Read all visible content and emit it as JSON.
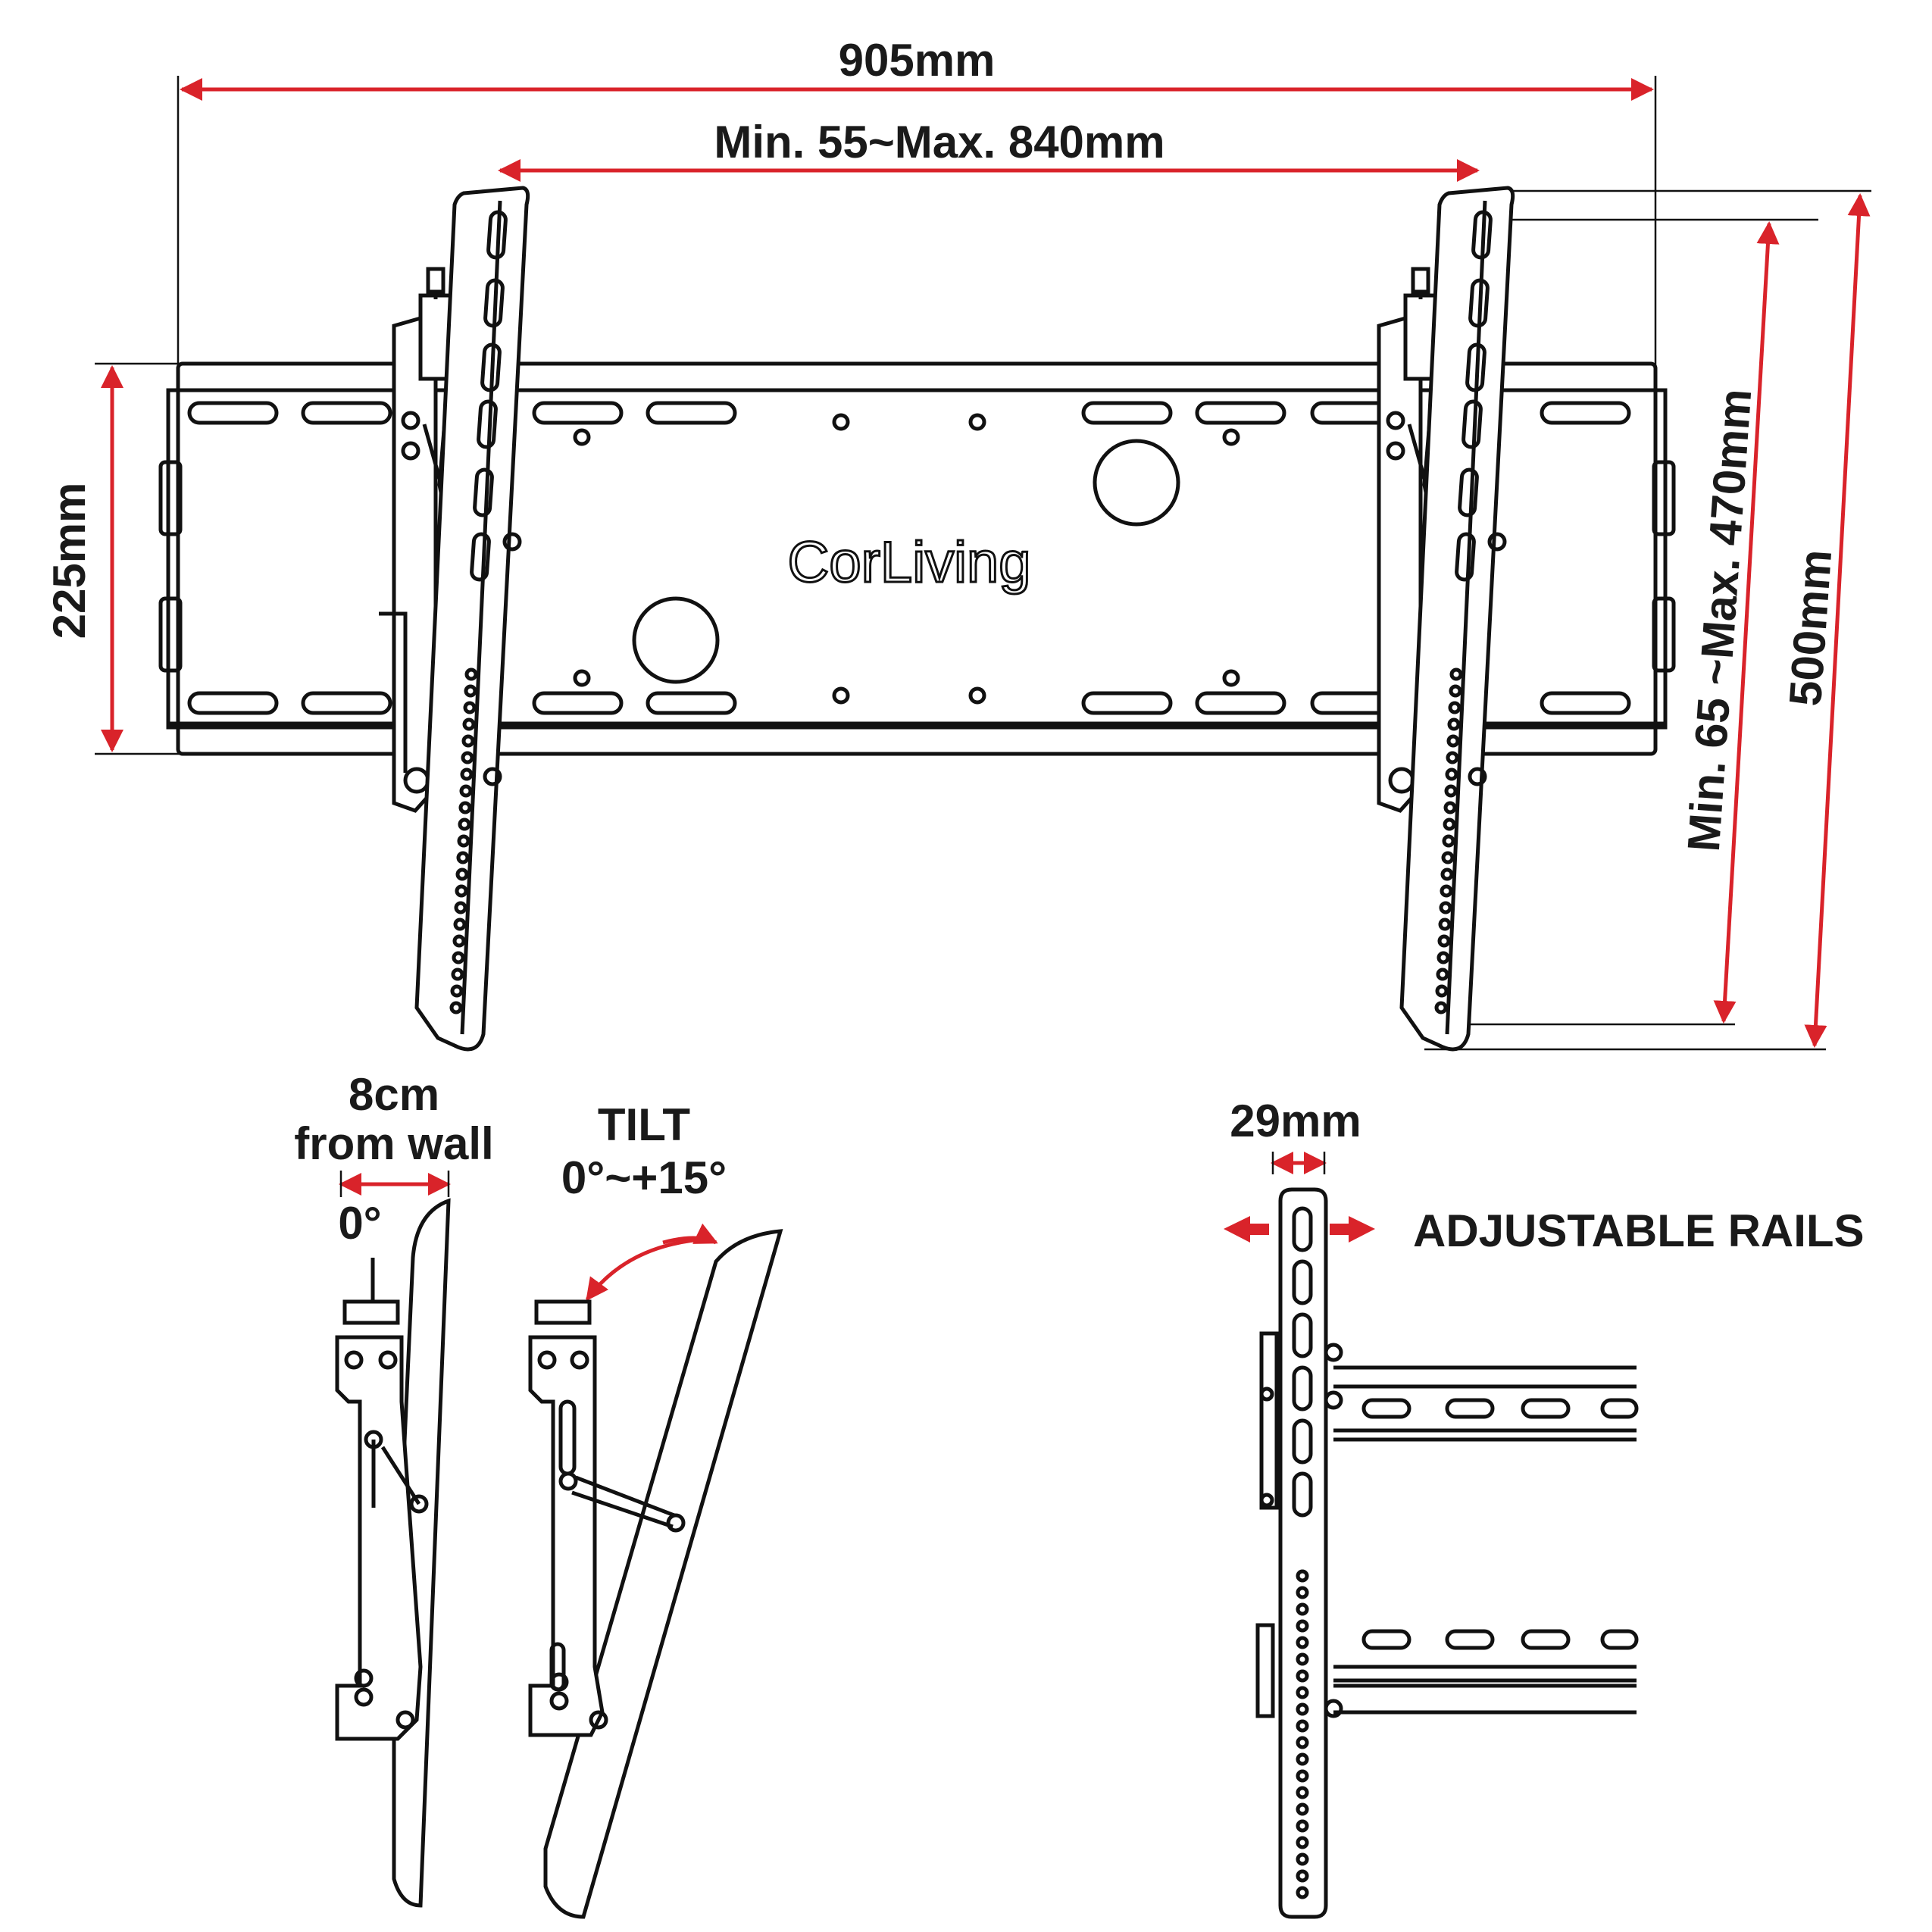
{
  "dimensions": {
    "overall_width": "905mm",
    "vesa_horizontal": "Min. 55~Max. 840mm",
    "plate_height": "225mm",
    "vesa_vertical": "Min. 65 ~Max. 470mm",
    "rail_length": "500mm",
    "rail_width": "29mm"
  },
  "logo": {
    "text": "CorLiving"
  },
  "side_view": {
    "distance_line1": "8cm",
    "distance_line2": "from wall",
    "angle": "0°"
  },
  "tilt_view": {
    "title": "TILT",
    "range": "0°~+15°"
  },
  "rails_view": {
    "label": "ADJUSTABLE RAILS"
  },
  "colors": {
    "dimension": "#d9232a",
    "line": "#111111"
  }
}
